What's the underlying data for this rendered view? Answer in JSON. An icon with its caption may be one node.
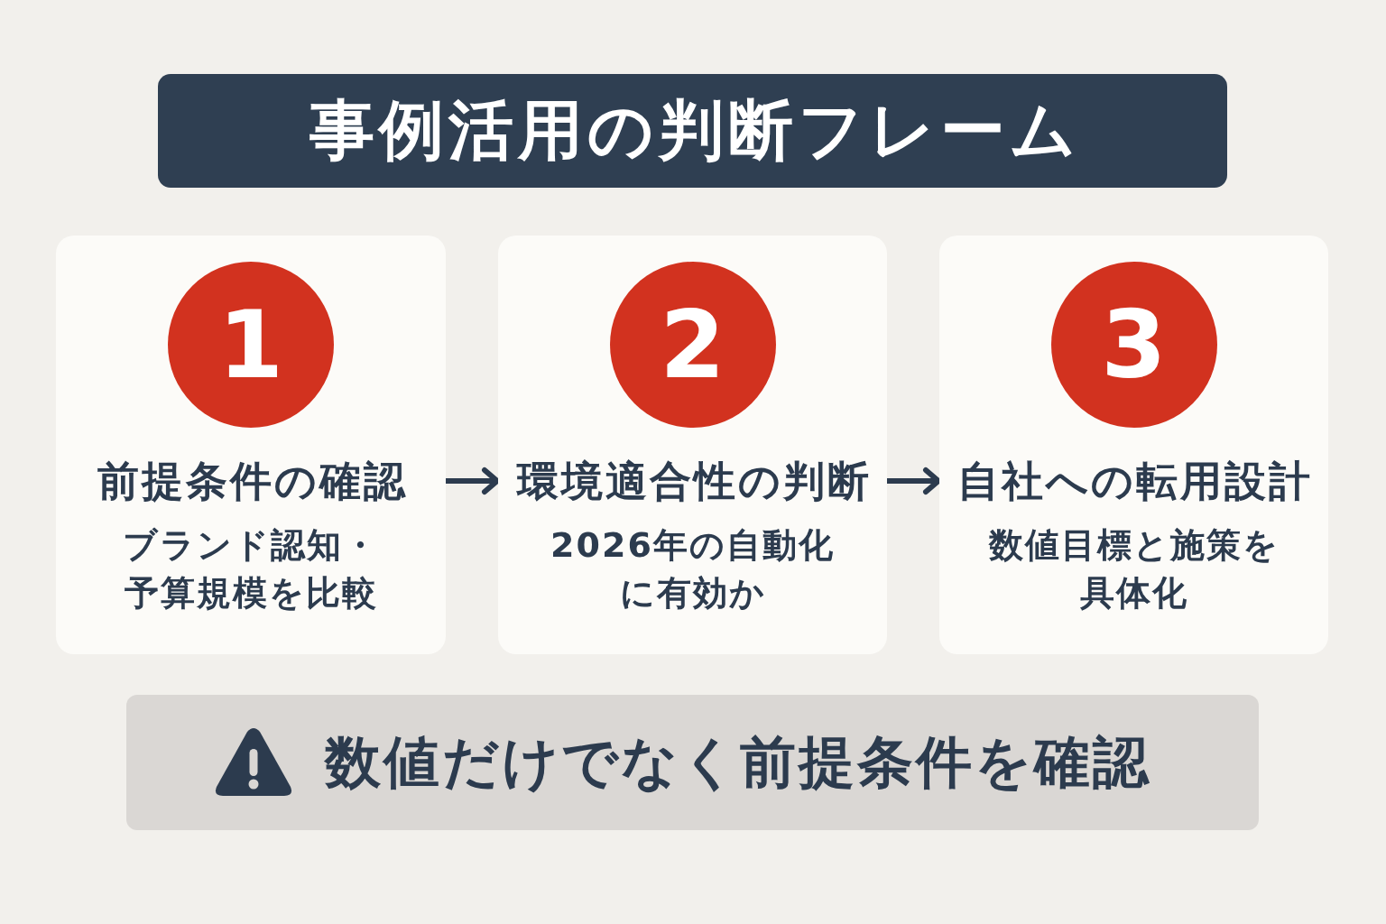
{
  "diagram": {
    "title": "事例活用の判断フレーム",
    "nodes": [
      {
        "text": [
          "1",
          "前提条件の確認",
          "ブランド認知・予算規模を比較"
        ]
      },
      {
        "text": [
          "2",
          "環境適合性の判断",
          "2026年の自動化に有効か"
        ]
      },
      {
        "text": [
          "3",
          "自社への転用設計",
          "数値目標と施策を具体化"
        ]
      },
      {
        "text": [
          "数値だけでなく前提条件を確認"
        ]
      }
    ],
    "edges": [
      {
        "from": 0,
        "to": 1,
        "arrow": "to"
      },
      {
        "from": 1,
        "to": 2,
        "arrow": "to"
      }
    ]
  }
}
